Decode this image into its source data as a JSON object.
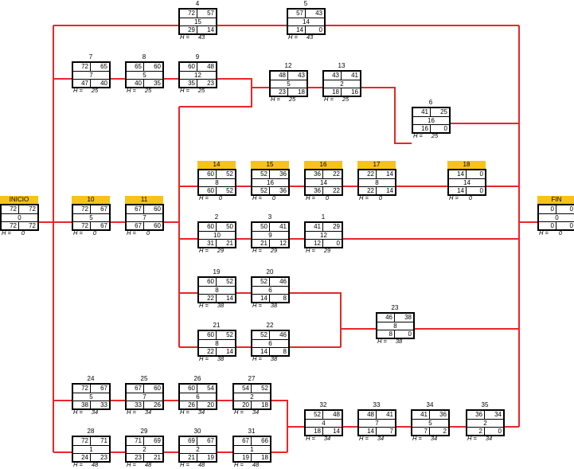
{
  "h_label": "H =",
  "line_color": "#e8262a",
  "critical_color": "#f5c31a",
  "nodes": [
    {
      "id": "4",
      "r1": [
        "72",
        "57"
      ],
      "mid": "15",
      "r3": [
        "29",
        "14"
      ],
      "h": "43",
      "critical": false
    },
    {
      "id": "5",
      "r1": [
        "57",
        "43"
      ],
      "mid": "14",
      "r3": [
        "14",
        "0"
      ],
      "h": "43",
      "critical": false
    },
    {
      "id": "7",
      "r1": [
        "72",
        "65"
      ],
      "mid": "7",
      "r3": [
        "47",
        "40"
      ],
      "h": "25",
      "critical": false
    },
    {
      "id": "8",
      "r1": [
        "65",
        "60"
      ],
      "mid": "5",
      "r3": [
        "40",
        "35"
      ],
      "h": "25",
      "critical": false
    },
    {
      "id": "9",
      "r1": [
        "60",
        "48"
      ],
      "mid": "12",
      "r3": [
        "35",
        "23"
      ],
      "h": "25",
      "critical": false
    },
    {
      "id": "12",
      "r1": [
        "48",
        "43"
      ],
      "mid": "5",
      "r3": [
        "23",
        "18"
      ],
      "h": "25",
      "critical": false
    },
    {
      "id": "13",
      "r1": [
        "43",
        "41"
      ],
      "mid": "2",
      "r3": [
        "18",
        "16"
      ],
      "h": "25",
      "critical": false
    },
    {
      "id": "6",
      "r1": [
        "41",
        "25"
      ],
      "mid": "16",
      "r3": [
        "16",
        "0"
      ],
      "h": "25",
      "critical": false
    },
    {
      "id": "14",
      "r1": [
        "60",
        "52"
      ],
      "mid": "8",
      "r3": [
        "60",
        "52"
      ],
      "h": "0",
      "critical": true
    },
    {
      "id": "15",
      "r1": [
        "52",
        "36"
      ],
      "mid": "16",
      "r3": [
        "52",
        "36"
      ],
      "h": "0",
      "critical": true
    },
    {
      "id": "16",
      "r1": [
        "36",
        "22"
      ],
      "mid": "14",
      "r3": [
        "36",
        "22"
      ],
      "h": "0",
      "critical": true
    },
    {
      "id": "17",
      "r1": [
        "22",
        "14"
      ],
      "mid": "8",
      "r3": [
        "22",
        "14"
      ],
      "h": "0",
      "critical": true
    },
    {
      "id": "18",
      "r1": [
        "14",
        "0"
      ],
      "mid": "14",
      "r3": [
        "14",
        "0"
      ],
      "h": "0",
      "critical": true
    },
    {
      "id": "INICIO",
      "r1": [
        "72",
        "72"
      ],
      "mid": "0",
      "r3": [
        "72",
        "72"
      ],
      "h": "0",
      "critical": true
    },
    {
      "id": "10",
      "r1": [
        "72",
        "67"
      ],
      "mid": "5",
      "r3": [
        "72",
        "67"
      ],
      "h": "0",
      "critical": true
    },
    {
      "id": "11",
      "r1": [
        "67",
        "60"
      ],
      "mid": "7",
      "r3": [
        "67",
        "60"
      ],
      "h": "0",
      "critical": true
    },
    {
      "id": "FIN",
      "r1": [
        "0",
        "0"
      ],
      "mid": "0",
      "r3": [
        "0",
        "0"
      ],
      "h": "0",
      "critical": true
    },
    {
      "id": "2",
      "r1": [
        "60",
        "50"
      ],
      "mid": "10",
      "r3": [
        "31",
        "21"
      ],
      "h": "29",
      "critical": false
    },
    {
      "id": "3",
      "r1": [
        "50",
        "41"
      ],
      "mid": "9",
      "r3": [
        "21",
        "12"
      ],
      "h": "29",
      "critical": false
    },
    {
      "id": "1",
      "r1": [
        "41",
        "29"
      ],
      "mid": "12",
      "r3": [
        "12",
        "0"
      ],
      "h": "29",
      "critical": false
    },
    {
      "id": "19",
      "r1": [
        "60",
        "52"
      ],
      "mid": "8",
      "r3": [
        "22",
        "14"
      ],
      "h": "38",
      "critical": false
    },
    {
      "id": "20",
      "r1": [
        "52",
        "46"
      ],
      "mid": "6",
      "r3": [
        "14",
        "8"
      ],
      "h": "38",
      "critical": false
    },
    {
      "id": "23",
      "r1": [
        "46",
        "38"
      ],
      "mid": "8",
      "r3": [
        "8",
        "0"
      ],
      "h": "38",
      "critical": false
    },
    {
      "id": "21",
      "r1": [
        "60",
        "52"
      ],
      "mid": "8",
      "r3": [
        "22",
        "14"
      ],
      "h": "38",
      "critical": false
    },
    {
      "id": "22",
      "r1": [
        "52",
        "46"
      ],
      "mid": "6",
      "r3": [
        "14",
        "8"
      ],
      "h": "38",
      "critical": false
    },
    {
      "id": "24",
      "r1": [
        "72",
        "67"
      ],
      "mid": "5",
      "r3": [
        "38",
        "33"
      ],
      "h": "34",
      "critical": false
    },
    {
      "id": "25",
      "r1": [
        "67",
        "60"
      ],
      "mid": "7",
      "r3": [
        "33",
        "26"
      ],
      "h": "34",
      "critical": false
    },
    {
      "id": "26",
      "r1": [
        "60",
        "54"
      ],
      "mid": "6",
      "r3": [
        "26",
        "20"
      ],
      "h": "34",
      "critical": false
    },
    {
      "id": "27",
      "r1": [
        "54",
        "52"
      ],
      "mid": "2",
      "r3": [
        "20",
        "18"
      ],
      "h": "34",
      "critical": false
    },
    {
      "id": "32",
      "r1": [
        "52",
        "48"
      ],
      "mid": "4",
      "r3": [
        "18",
        "14"
      ],
      "h": "34",
      "critical": false
    },
    {
      "id": "33",
      "r1": [
        "48",
        "41"
      ],
      "mid": "7",
      "r3": [
        "14",
        "7"
      ],
      "h": "34",
      "critical": false
    },
    {
      "id": "34",
      "r1": [
        "41",
        "36"
      ],
      "mid": "5",
      "r3": [
        "7",
        "2"
      ],
      "h": "34",
      "critical": false
    },
    {
      "id": "35",
      "r1": [
        "36",
        "34"
      ],
      "mid": "2",
      "r3": [
        "2",
        "0"
      ],
      "h": "34",
      "critical": false
    },
    {
      "id": "28",
      "r1": [
        "72",
        "71"
      ],
      "mid": "1",
      "r3": [
        "24",
        "23"
      ],
      "h": "48",
      "critical": false
    },
    {
      "id": "29",
      "r1": [
        "71",
        "69"
      ],
      "mid": "2",
      "r3": [
        "23",
        "21"
      ],
      "h": "48",
      "critical": false
    },
    {
      "id": "30",
      "r1": [
        "69",
        "67"
      ],
      "mid": "2",
      "r3": [
        "21",
        "19"
      ],
      "h": "48",
      "critical": false
    },
    {
      "id": "31",
      "r1": [
        "67",
        "66"
      ],
      "mid": "1",
      "r3": [
        "19",
        "18"
      ],
      "h": "48",
      "critical": false
    }
  ]
}
